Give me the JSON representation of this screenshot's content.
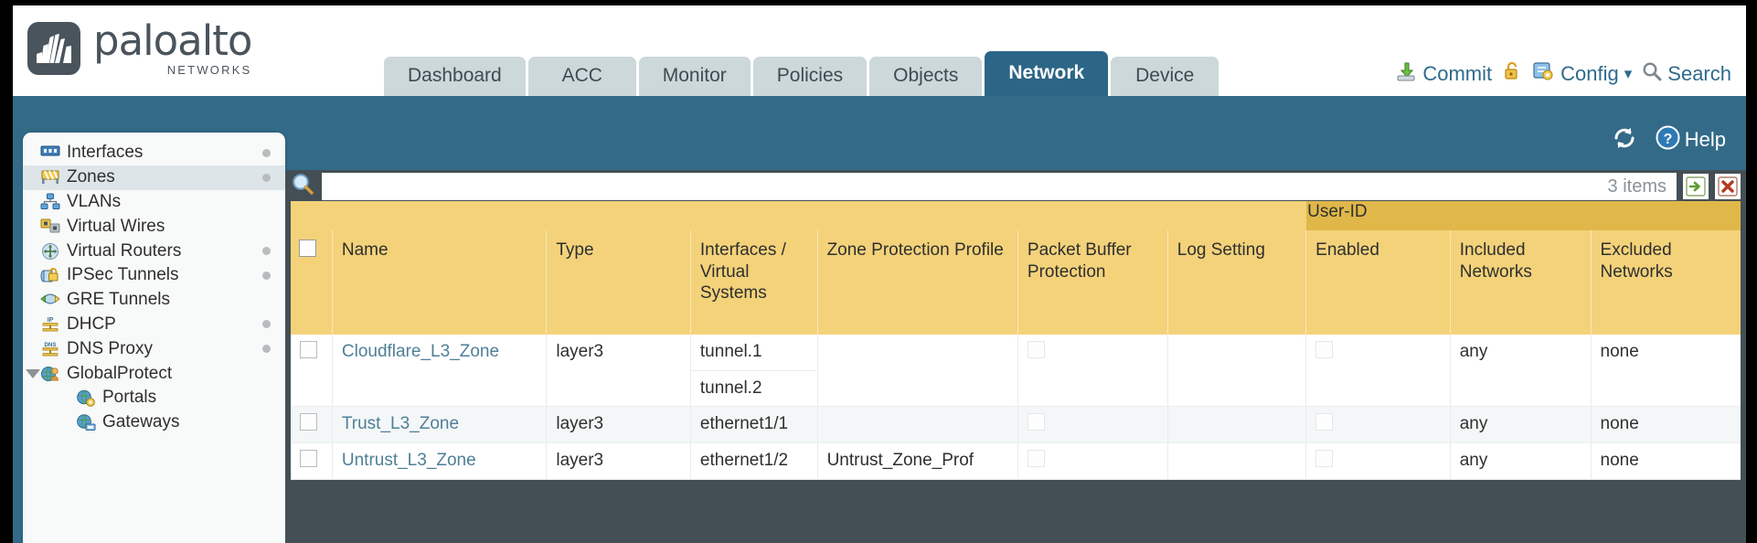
{
  "brand": {
    "name": "paloalto",
    "tagline": "NETWORKS",
    "registered": "®"
  },
  "nav": {
    "tabs": [
      {
        "label": "Dashboard",
        "active": false
      },
      {
        "label": "ACC",
        "active": false
      },
      {
        "label": "Monitor",
        "active": false
      },
      {
        "label": "Policies",
        "active": false
      },
      {
        "label": "Objects",
        "active": false
      },
      {
        "label": "Network",
        "active": true
      },
      {
        "label": "Device",
        "active": false
      }
    ]
  },
  "topactions": {
    "commit": "Commit",
    "lock_icon": "lock-icon",
    "config": "Config",
    "config_caret": "▾",
    "search": "Search"
  },
  "banner": {
    "refresh_icon": "refresh-icon",
    "help": "Help"
  },
  "sidebar": {
    "items": [
      {
        "label": "Interfaces",
        "icon": "interfaces-icon",
        "selected": false,
        "dot": true,
        "indent": false,
        "caret": false
      },
      {
        "label": "Zones",
        "icon": "zones-icon",
        "selected": true,
        "dot": true,
        "indent": false,
        "caret": false
      },
      {
        "label": "VLANs",
        "icon": "vlans-icon",
        "selected": false,
        "dot": false,
        "indent": false,
        "caret": false
      },
      {
        "label": "Virtual Wires",
        "icon": "virtual-wires-icon",
        "selected": false,
        "dot": false,
        "indent": false,
        "caret": false
      },
      {
        "label": "Virtual Routers",
        "icon": "virtual-routers-icon",
        "selected": false,
        "dot": true,
        "indent": false,
        "caret": false
      },
      {
        "label": "IPSec Tunnels",
        "icon": "ipsec-tunnels-icon",
        "selected": false,
        "dot": true,
        "indent": false,
        "caret": false
      },
      {
        "label": "GRE Tunnels",
        "icon": "gre-tunnels-icon",
        "selected": false,
        "dot": false,
        "indent": false,
        "caret": false
      },
      {
        "label": "DHCP",
        "icon": "dhcp-icon",
        "selected": false,
        "dot": true,
        "indent": false,
        "caret": false
      },
      {
        "label": "DNS Proxy",
        "icon": "dns-proxy-icon",
        "selected": false,
        "dot": true,
        "indent": false,
        "caret": false
      },
      {
        "label": "GlobalProtect",
        "icon": "globalprotect-icon",
        "selected": false,
        "dot": false,
        "indent": false,
        "caret": true
      },
      {
        "label": "Portals",
        "icon": "portals-icon",
        "selected": false,
        "dot": false,
        "indent": true,
        "caret": false
      },
      {
        "label": "Gateways",
        "icon": "gateways-icon",
        "selected": false,
        "dot": false,
        "indent": true,
        "caret": false
      }
    ]
  },
  "toolbar": {
    "search_icon": "search-icon",
    "search_value": "",
    "search_placeholder": "",
    "items_count": "3 items",
    "apply_icon": "green-arrow-icon",
    "clear_icon": "red-x-icon"
  },
  "table": {
    "group_header": {
      "label": "User-ID",
      "span": 3
    },
    "columns": [
      "Name",
      "Type",
      "Interfaces / Virtual Systems",
      "Zone Protection Profile",
      "Packet Buffer Protection",
      "Log Setting",
      "Enabled",
      "Included Networks",
      "Excluded Networks"
    ],
    "rows": [
      {
        "name": "Cloudflare_L3_Zone",
        "type": "layer3",
        "interfaces": [
          "tunnel.1",
          "tunnel.2"
        ],
        "zone_protection_profile": "",
        "packet_buffer_protection": false,
        "log_setting": "",
        "enabled": false,
        "included_networks": "any",
        "excluded_networks": "none"
      },
      {
        "name": "Trust_L3_Zone",
        "type": "layer3",
        "interfaces": [
          "ethernet1/1"
        ],
        "zone_protection_profile": "",
        "packet_buffer_protection": false,
        "log_setting": "",
        "enabled": false,
        "included_networks": "any",
        "excluded_networks": "none"
      },
      {
        "name": "Untrust_L3_Zone",
        "type": "layer3",
        "interfaces": [
          "ethernet1/2"
        ],
        "zone_protection_profile": "Untrust_Zone_Prof",
        "packet_buffer_protection": false,
        "log_setting": "",
        "enabled": false,
        "included_networks": "any",
        "excluded_networks": "none"
      }
    ]
  },
  "colors": {
    "brand_dark": "#4a545c",
    "nav_active": "#2c6686",
    "nav_inactive": "#ccd8da",
    "band_blue": "#336a88",
    "header_yellow": "#f3d27a",
    "group_yellow": "#e0b849",
    "link_blue": "#4f7f97",
    "panel_dark": "#434f55"
  }
}
